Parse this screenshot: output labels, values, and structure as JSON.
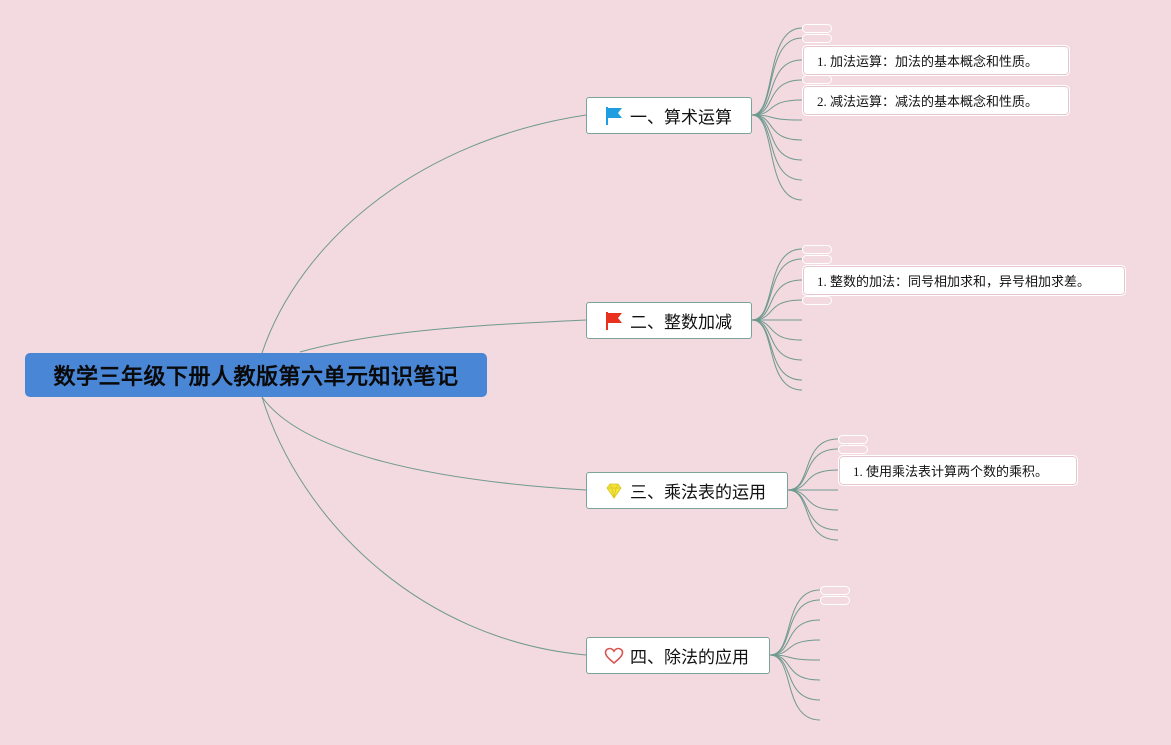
{
  "root": {
    "title": "数学三年级下册人教版第六单元知识笔记"
  },
  "branches": [
    {
      "label": "一、算术运算",
      "icon": "blue-flag-icon",
      "leaves": [
        "1. 加法运算：加法的基本概念和性质。",
        "2. 减法运算：减法的基本概念和性质。"
      ]
    },
    {
      "label": "二、整数加减",
      "icon": "red-flag-icon",
      "leaves": [
        "1. 整数的加法：同号相加求和，异号相加求差。"
      ]
    },
    {
      "label": "三、乘法表的运用",
      "icon": "diamond-icon",
      "leaves": [
        "1. 使用乘法表计算两个数的乘积。"
      ]
    },
    {
      "label": "四、除法的应用",
      "icon": "heart-icon",
      "leaves": []
    }
  ],
  "colors": {
    "background": "#f3d9e0",
    "root": "#4a86d6",
    "connector": "#6f9a8f",
    "flag_blue": "#1e9ee0",
    "flag_red": "#e8321f",
    "diamond": "#f4e43a",
    "heart": "#d9534f"
  }
}
